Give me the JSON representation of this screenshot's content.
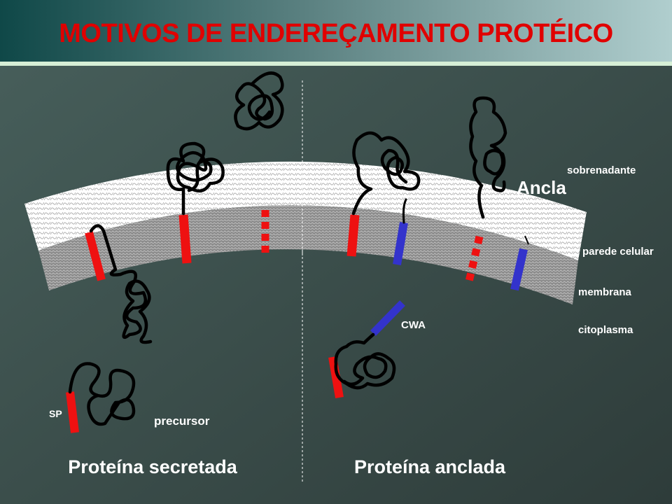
{
  "title": "MOTIVOS DE ENDEREÇAMENTO PROTÉICO",
  "labels": {
    "sobrenadante": "sobrenadante",
    "ancla": "Ancla",
    "parede_celular": "parede celular",
    "membrana": "membrana",
    "citoplasma": "citoplasma",
    "cwa": "CWA",
    "sp": "SP",
    "precursor": "precursor",
    "secretada": "Proteína secretada",
    "anclada": "Proteína anclada"
  },
  "colors": {
    "title": "#e00000",
    "signal_peptide": "#ee1111",
    "cwa_anchor": "#3333cc",
    "background": "#3e5450",
    "header_start": "#1a4a4a",
    "header_end": "#a9c9c9",
    "header_line": "#d6efd6"
  }
}
